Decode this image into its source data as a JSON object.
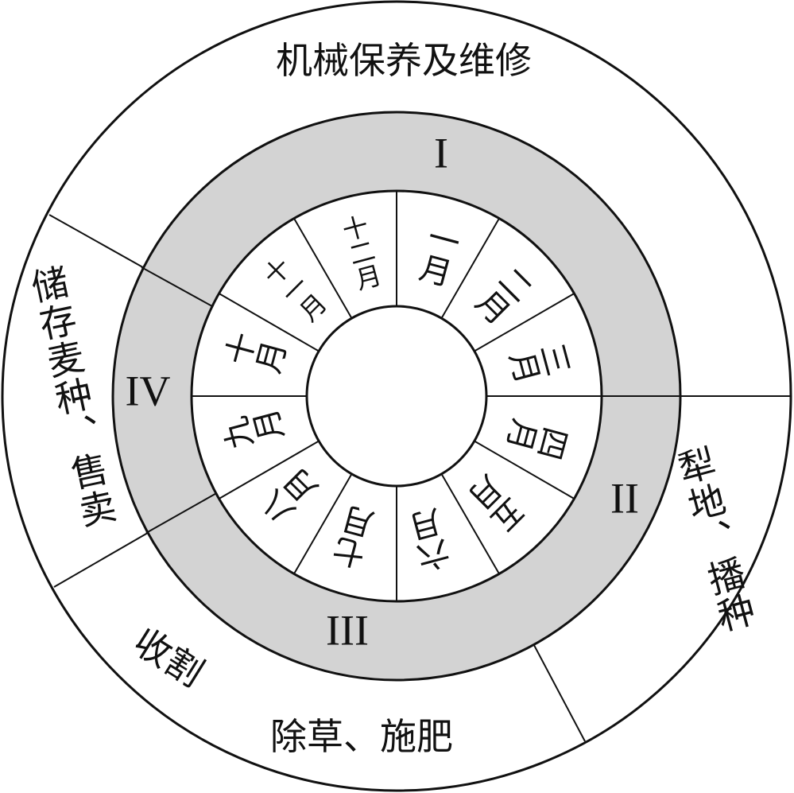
{
  "diagram": {
    "outer_activities": {
      "top": "机械保养及维修",
      "left": "储存麦种、售卖",
      "right": "犁地、播种",
      "bottom_left": "收割",
      "bottom": "除草、施肥"
    },
    "seasons": [
      "I",
      "II",
      "III",
      "IV"
    ],
    "months": [
      "一月",
      "二月",
      "三月",
      "四月",
      "五月",
      "六月",
      "七月",
      "八月",
      "九月",
      "十月",
      "十一月",
      "十二月"
    ],
    "colors": {
      "season_ring": "#d3d3d3",
      "line": "#111111",
      "background": "#ffffff"
    }
  }
}
